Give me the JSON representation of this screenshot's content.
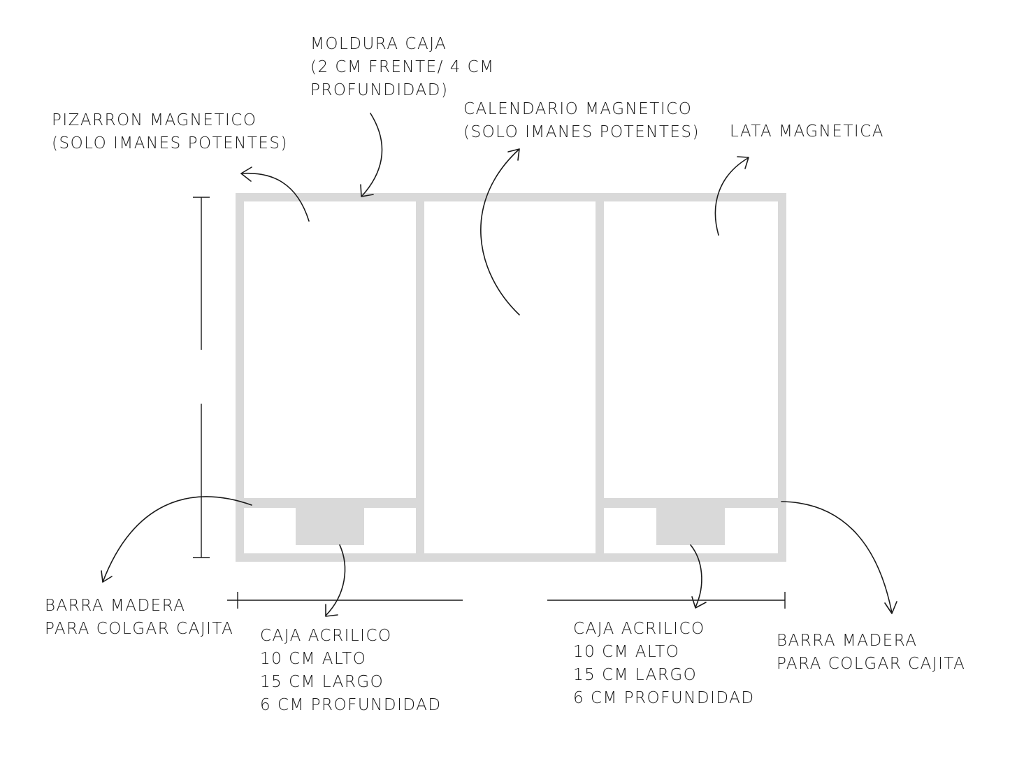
{
  "colors": {
    "frame": "#d9d9d9",
    "ink": "#1a1a1a",
    "background": "#ffffff"
  },
  "labels": {
    "moldura": [
      "MOLDURA CAJA",
      "(2 CM FRENTE/ 4 CM",
      "PROFUNDIDAD)"
    ],
    "pizarron": [
      "PIZARRON MAGNETICO",
      "(SOLO IMANES POTENTES)"
    ],
    "calendario": [
      "CALENDARIO MAGNETICO",
      "(SOLO IMANES POTENTES)"
    ],
    "lata": [
      "LATA MAGNETICA"
    ],
    "barra_left": [
      "BARRA MADERA",
      "PARA COLGAR CAJITA"
    ],
    "caja_left": [
      "CAJA ACRILICO",
      "10 CM ALTO",
      "15 CM LARGO",
      "6 CM PROFUNDIDAD"
    ],
    "caja_right": [
      "CAJA ACRILICO",
      "10 CM ALTO",
      "15 CM LARGO",
      "6 CM PROFUNDIDAD"
    ],
    "barra_right": [
      "BARRA MADERA",
      "PARA COLGAR CAJITA"
    ]
  }
}
